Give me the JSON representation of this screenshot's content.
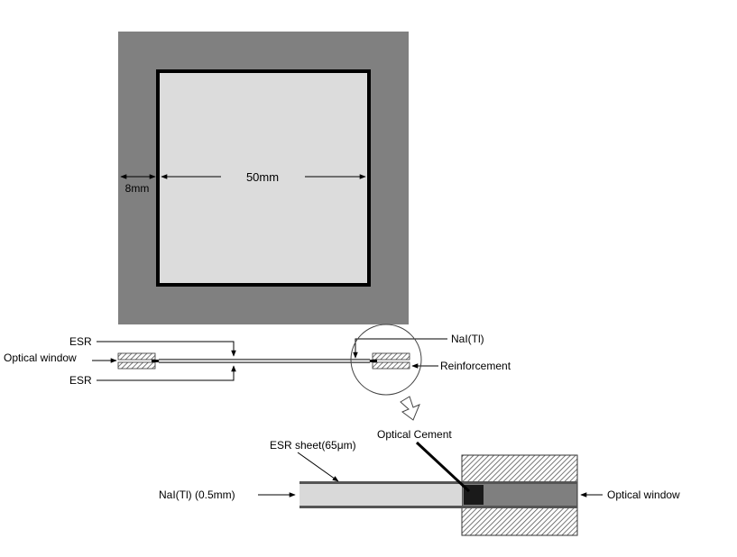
{
  "top_view": {
    "inner_width_label": "50mm",
    "border_width_label": "8mm"
  },
  "cross_section": {
    "label_esr_top": "ESR",
    "label_optical_window": "Optical window",
    "label_esr_bottom": "ESR",
    "label_nai": "NaI(Tl)",
    "label_reinforcement": "Reinforcement"
  },
  "detail_view": {
    "label_esr_sheet": "ESR sheet(65μm)",
    "label_optical_cement": "Optical Cement",
    "label_nai_thickness": "NaI(Tl) (0.5mm)",
    "label_optical_window": "Optical window"
  },
  "colors": {
    "outer_frame": "#808080",
    "inner_plate": "#dcdcdc",
    "border_line": "#000000",
    "nai_fill": "#d9d9d9",
    "window_fill": "#7f7f7f",
    "esr_line": "#555555"
  }
}
